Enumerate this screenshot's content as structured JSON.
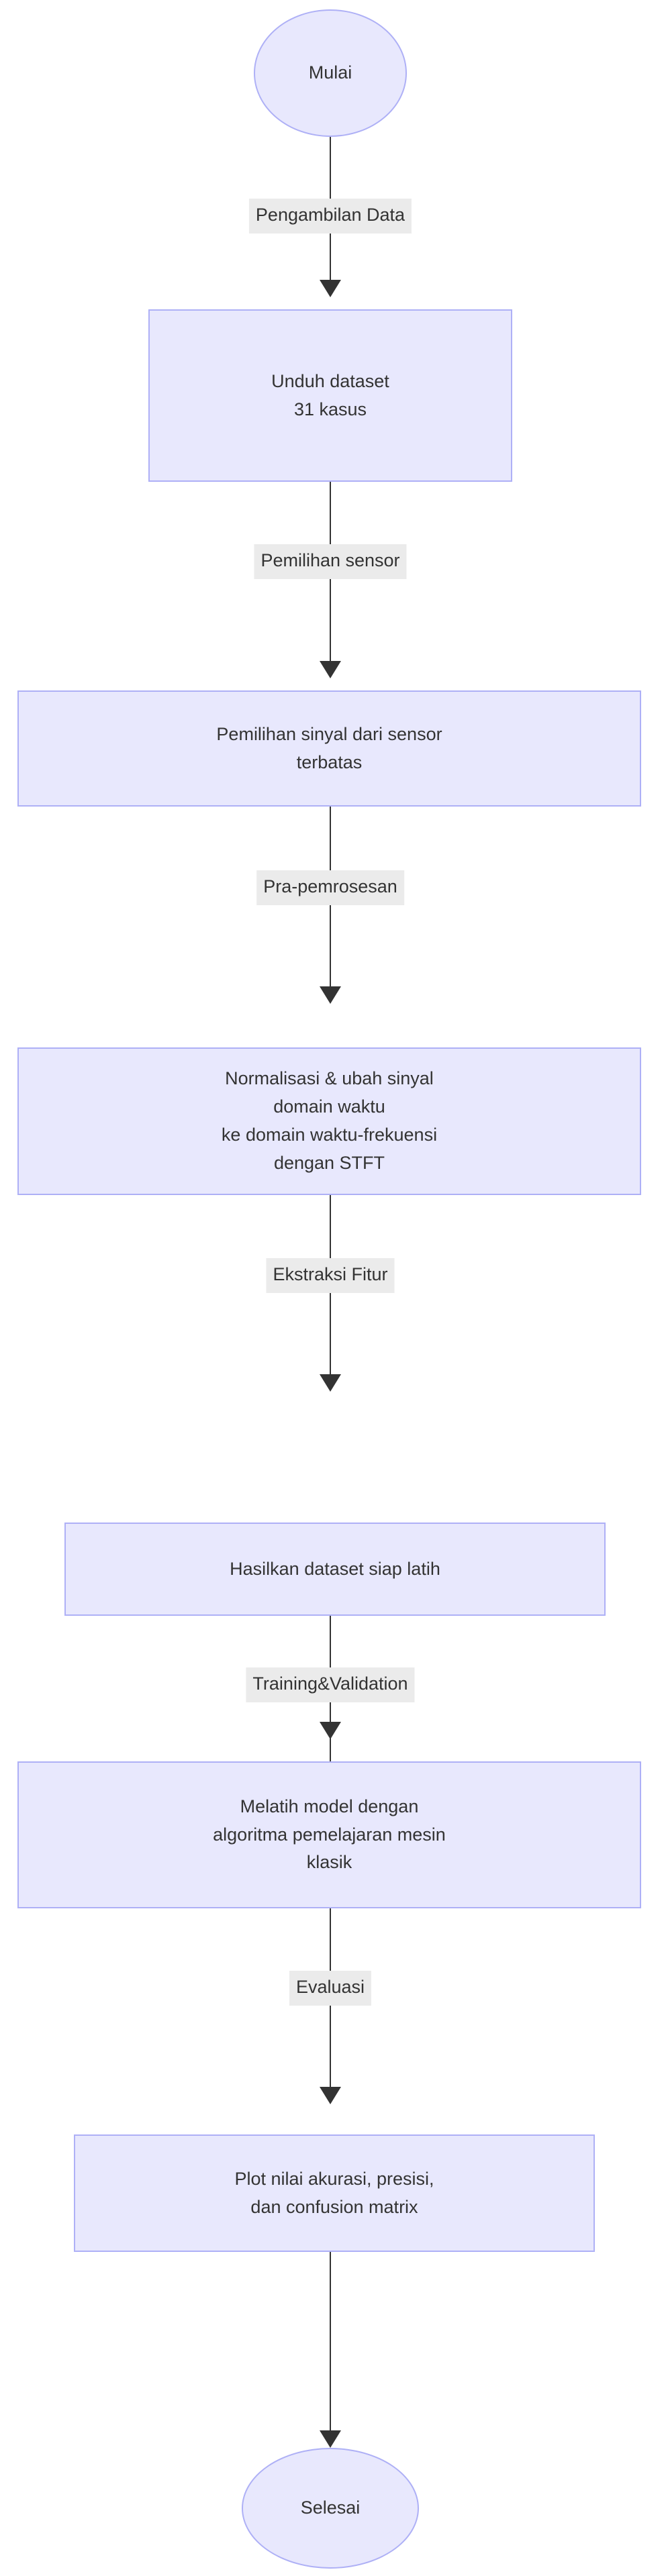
{
  "diagram": {
    "type": "flowchart",
    "orientation": "top-to-bottom",
    "title_visible": false,
    "colors": {
      "node_fill": "#e8e8fd",
      "node_border": "#aeb0f6",
      "node_text": "#333333",
      "edge_line": "#333333",
      "edge_label_bg": "#ebebeb",
      "edge_label_text": "#333333",
      "canvas_bg": "#ffffff"
    },
    "nodes": [
      {
        "id": "start",
        "shape": "terminator",
        "label": "Mulai"
      },
      {
        "id": "download",
        "shape": "process",
        "label": "Unduh dataset\n31 kasus"
      },
      {
        "id": "select",
        "shape": "process",
        "label": "Pemilihan sinyal dari sensor\nterbatas"
      },
      {
        "id": "preprocess",
        "shape": "process",
        "label": "Normalisasi & ubah sinyal\ndomain waktu\nke domain waktu-frekuensi\ndengan STFT"
      },
      {
        "id": "dataset",
        "shape": "process",
        "label": "Hasilkan dataset siap latih"
      },
      {
        "id": "train",
        "shape": "process",
        "label": "Melatih model dengan\nalgoritma pemelajaran mesin\nklasik"
      },
      {
        "id": "plot",
        "shape": "process",
        "label": "Plot nilai akurasi, presisi,\ndan confusion matrix"
      },
      {
        "id": "end",
        "shape": "terminator",
        "label": "Selesai"
      }
    ],
    "edges": [
      {
        "from": "start",
        "to": "download",
        "label": "Pengambilan Data"
      },
      {
        "from": "download",
        "to": "select",
        "label": "Pemilihan sensor"
      },
      {
        "from": "select",
        "to": "preprocess",
        "label": "Pra-pemrosesan"
      },
      {
        "from": "preprocess",
        "to": "dataset",
        "label": "Ekstraksi Fitur"
      },
      {
        "from": "dataset",
        "to": "train",
        "label": "Training&Validation"
      },
      {
        "from": "train",
        "to": "plot",
        "label": "Evaluasi"
      },
      {
        "from": "plot",
        "to": "end",
        "label": ""
      }
    ]
  }
}
